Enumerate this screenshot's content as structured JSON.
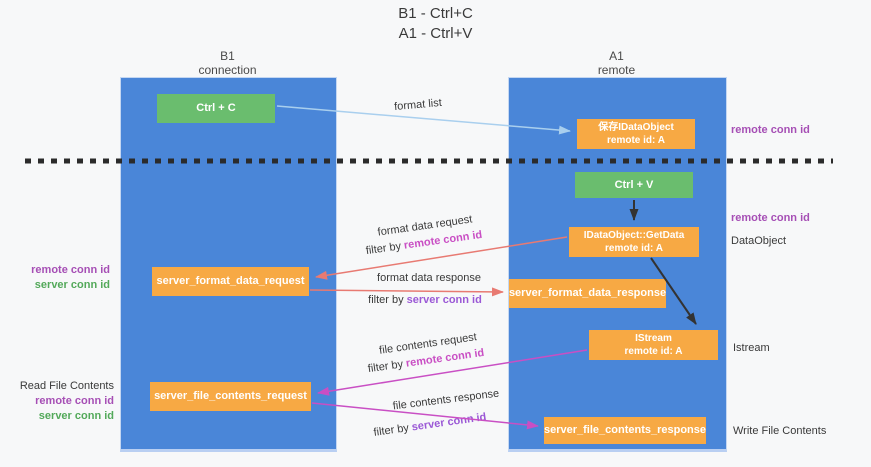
{
  "title": {
    "line1": "B1 - Ctrl+C",
    "line2": "A1 - Ctrl+V"
  },
  "lifelines": {
    "left": {
      "name": "B1",
      "role": "connection"
    },
    "right": {
      "name": "A1",
      "role": "remote"
    }
  },
  "boxes": {
    "ctrl_c": "Ctrl + C",
    "ctrl_v": "Ctrl + V",
    "save_idataobject": {
      "line1": "保存IDataObject",
      "line2": "remote id: A"
    },
    "idataobject_getdata": {
      "line1": "IDataObject::GetData",
      "line2": "remote id: A"
    },
    "istream": {
      "line1": "IStream",
      "line2": "remote id: A"
    },
    "server_format_data_request": "server_format_data_request",
    "server_format_data_response": "server_format_data_response",
    "server_file_contents_request": "server_file_contents_request",
    "server_file_contents_response": "server_file_contents_response"
  },
  "edge_labels": {
    "format_list": "format list",
    "format_data_request": "format data request",
    "format_data_response": "format data response",
    "file_contents_request": "file contents request",
    "file_contents_response": "file contents response",
    "filter_by": "filter by",
    "remote_conn_id": "remote conn id",
    "server_conn_id": "server conn id"
  },
  "annotations": {
    "right_top_remote_conn_id": "remote conn id",
    "right_mid_remote_conn_id": "remote conn id",
    "dataobject": "DataObject",
    "istream": "Istream",
    "write_file_contents": "Write File Contents",
    "left_top_remote_conn_id": "remote conn id",
    "left_top_server_conn_id": "server conn id",
    "read_file_contents": "Read File Contents",
    "left_bottom_remote_conn_id": "remote conn id",
    "left_bottom_server_conn_id": "server conn id"
  },
  "colors": {
    "background": "#f7f8f9",
    "lifeline_fill": "#4a86d8",
    "green_box": "#6abd6e",
    "orange_box": "#f7a944",
    "purple_label": "#a64fb5",
    "green_label": "#53a95a",
    "magenta_label": "#c94fc4",
    "violet_label": "#9b59d6",
    "red_arrow": "#e87a72",
    "magenta_arrow": "#c94fc4",
    "blue_arrow": "#a9cfee",
    "black_arrow": "#333333",
    "dashed_line": "#2b2b2b"
  }
}
